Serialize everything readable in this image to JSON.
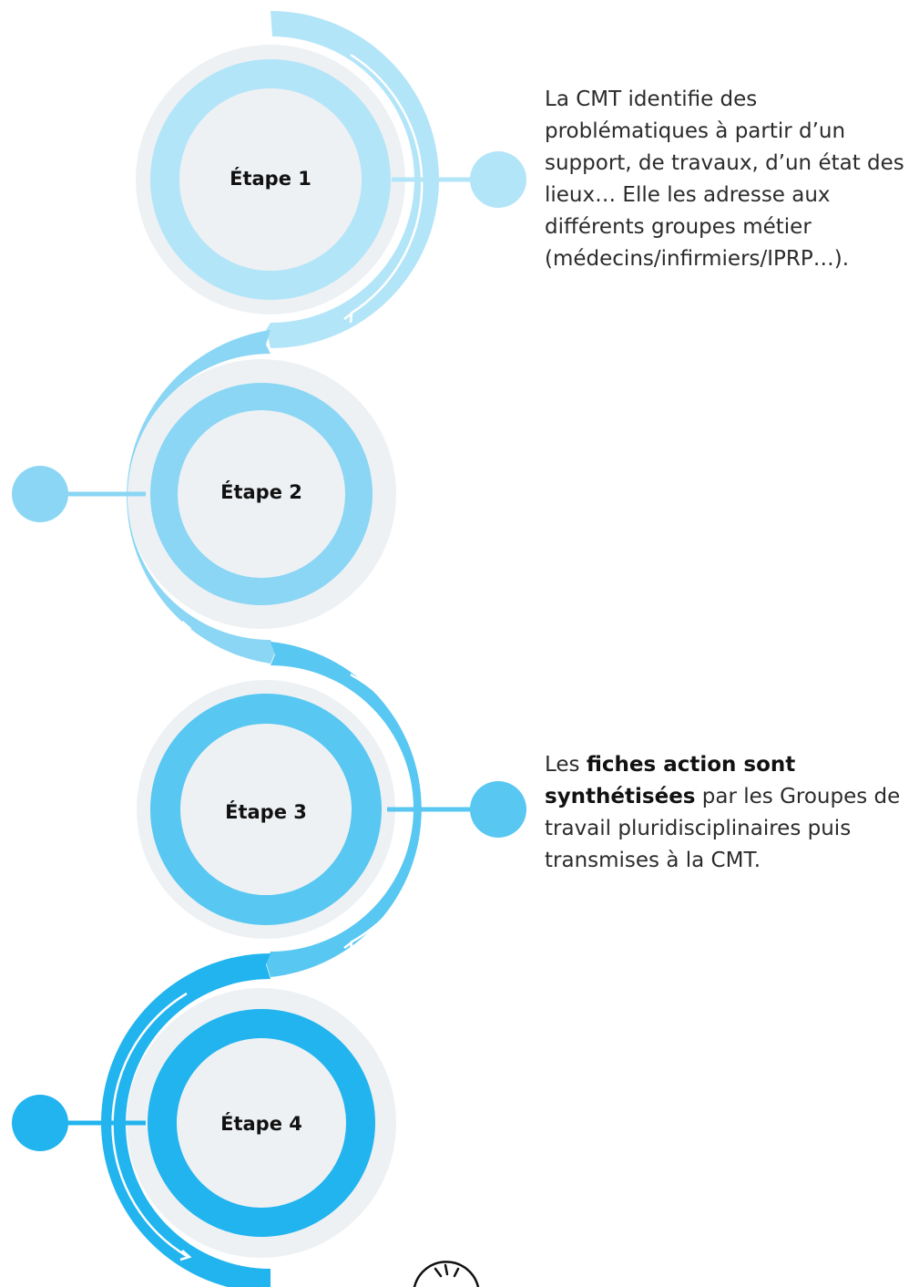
{
  "steps": [
    {
      "label": "Étape 1",
      "color": "#b3e5f8"
    },
    {
      "label": "Étape 2",
      "color": "#8ad6f4"
    },
    {
      "label": "Étape 3",
      "color": "#58c7f1"
    },
    {
      "label": "Étape 4",
      "color": "#22b4ee"
    }
  ],
  "descriptions": {
    "step1": "La CMT identifie des problématiques à partir d’un support, de travaux, d’un état des lieux… Elle les adresse aux différents groupes métier (médecins/infirmiers/IPRP…).",
    "step3_part1": "Les ",
    "step3_bold": "fiches action sont synthétisées",
    "step3_part2": " par les Groupes de travail pluridisciplinaires puis transmises à la CMT."
  },
  "colors": {
    "outer_halo": "#eef1f4",
    "inner_disc": "#eef1f4",
    "text": "#2b2b2b"
  },
  "icons": {
    "bottom": "lightbulb-icon"
  }
}
